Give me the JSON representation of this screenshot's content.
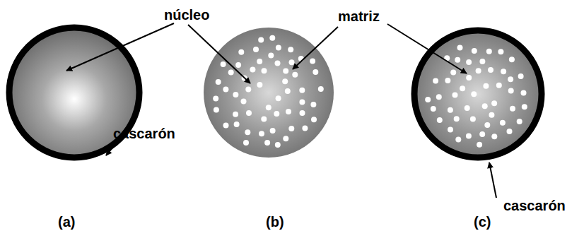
{
  "diagram": {
    "labels": [
      "núcleo",
      "matriz",
      "cascarón",
      "cascarón",
      "(a)",
      "(b)",
      "(c)"
    ]
  }
}
